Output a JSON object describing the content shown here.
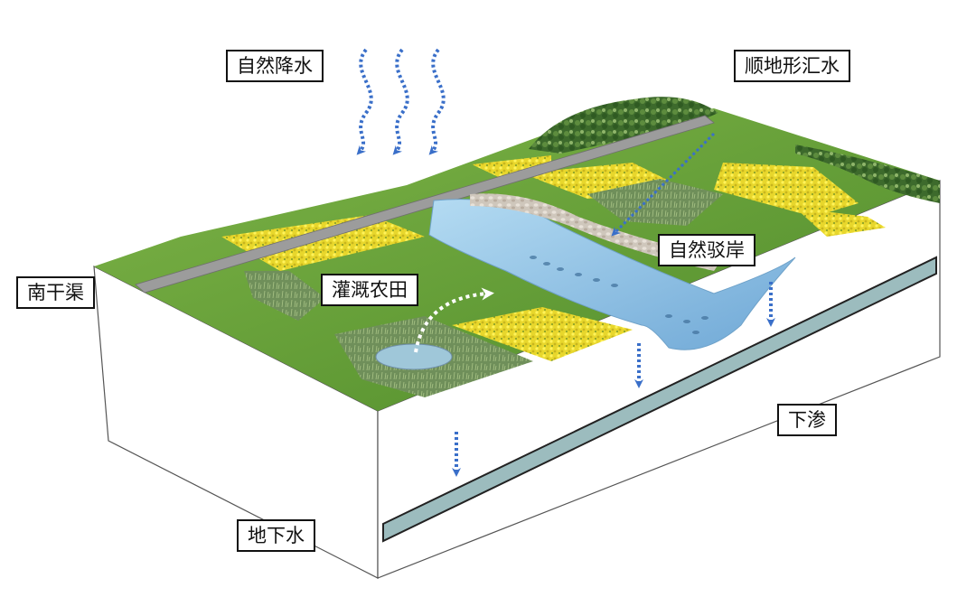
{
  "labels": {
    "rain": "自然降水",
    "terrain_flow": "顺地形汇水",
    "south_canal": "南干渠",
    "irrigation": "灌溉农田",
    "natural_bank": "自然驳岸",
    "infiltration": "下渗",
    "groundwater": "地下水"
  },
  "colors": {
    "arrow": "#3a6fc9",
    "water": "#8ec3e6",
    "grass": "#6aa53b",
    "rapeseed": "#f1e23a",
    "aquifer": "#9cbcbe"
  }
}
